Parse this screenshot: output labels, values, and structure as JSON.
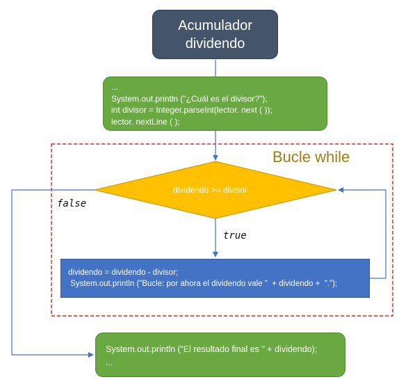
{
  "title": {
    "line1": "Acumulador",
    "line2": "dividendo"
  },
  "init_block": {
    "lines": [
      "...",
      "System.out.println (\"¿Cuál es el divisor?\");",
      "int divisor = Integer.parseInt(lector. next ( ));",
      "lector. nextLine ( );"
    ]
  },
  "loop_label": "Bucle while",
  "condition": "dividendo >= divisor",
  "branch_false": "false",
  "branch_true": "true",
  "loop_body": {
    "lines": [
      "dividendo = dividendo - divisor;",
      " System.out.println (\"Bucle: por ahora el dividendo vale \"  + dividendo +  \".\");"
    ]
  },
  "final_block": {
    "lines": [
      "System.out.println (“El resultado final es \" + dividendo);",
      "..."
    ]
  },
  "colors": {
    "title_fill": "#44546a",
    "code_fill": "#6aa842",
    "decision_fill": "#ffc000",
    "body_fill": "#4472c4",
    "loop_border": "#c00000",
    "loop_label": "#a57914",
    "arrow": "#4472c4"
  }
}
